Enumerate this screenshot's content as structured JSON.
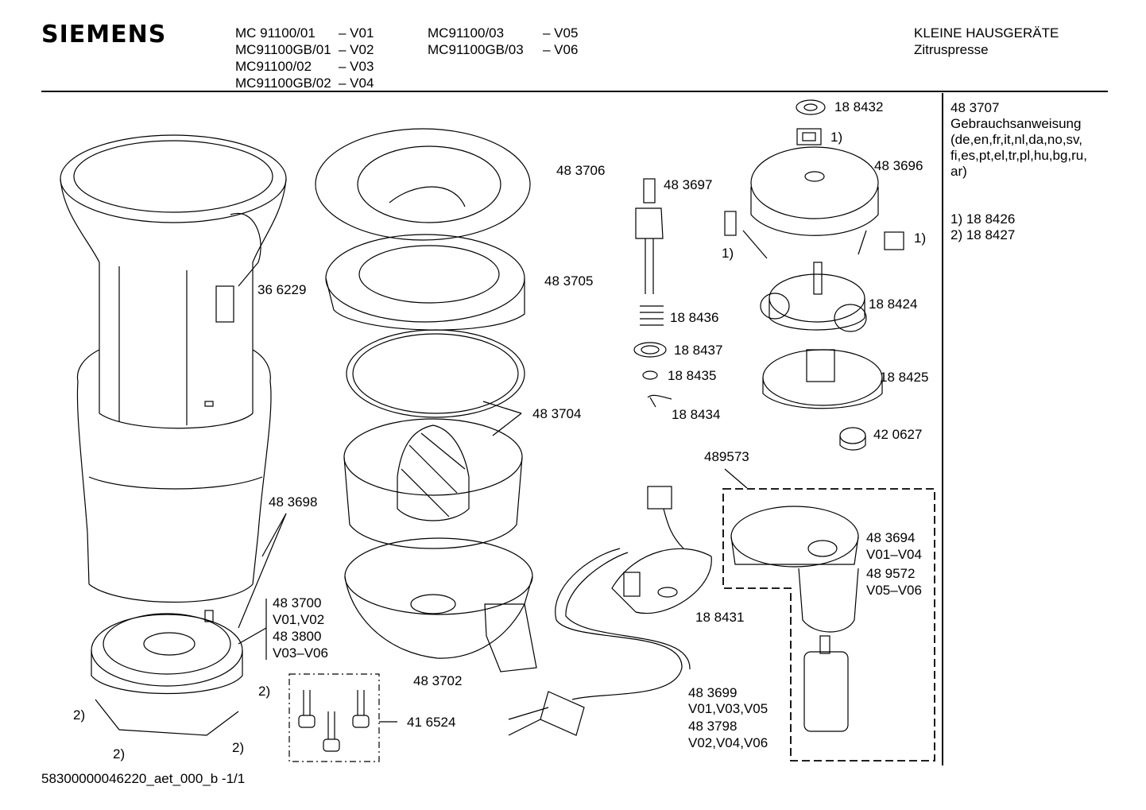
{
  "header": {
    "brand": "SIEMENS",
    "models_col1": [
      {
        "model": "MC 91100/01",
        "variant": "– V01"
      },
      {
        "model": "MC91100GB/01",
        "variant": "– V02"
      },
      {
        "model": "MC91100/02",
        "variant": "– V03"
      },
      {
        "model": "MC91100GB/02",
        "variant": "– V04"
      }
    ],
    "models_col2": [
      {
        "model": "MC91100/03",
        "variant": "– V05"
      },
      {
        "model": "MC91100GB/03",
        "variant": "– V06"
      }
    ],
    "category": "KLEINE HAUSGERÄTE",
    "product": "Zitruspresse"
  },
  "side_notes": {
    "manual_number": "48 3707",
    "manual_lines": [
      "Gebrauchsanweisung",
      "(de,en,fr,it,nl,da,no,sv,",
      "fi,es,pt,el,tr,pl,hu,bg,ru,",
      "ar)"
    ],
    "footnotes": [
      "1)  18 8426",
      "2)  18 8427"
    ]
  },
  "parts": {
    "p188432": "18 8432",
    "fn1_top": "1)",
    "p483696": "48 3696",
    "fn1_left": "1)",
    "fn1_right": "1)",
    "p483706": "48 3706",
    "p483697": "48 3697",
    "p366229": "36 6229",
    "p483705": "48 3705",
    "p188424": "18 8424",
    "p188436": "18 8436",
    "p188437": "18 8437",
    "p188435": "18 8435",
    "p188425": "18 8425",
    "p188434": "18 8434",
    "p483704": "48 3704",
    "p420627": "42 0627",
    "p489573": "489573",
    "p483698": "48 3698",
    "p483694": "48 3694",
    "v01v04": "V01–V04",
    "p489572": "48 9572",
    "v05v06": "V05–V06",
    "p483700": "48 3700",
    "v01v02": "V01,V02",
    "p483800": "48 3800",
    "v03v06": "V03–V06",
    "p188431": "18 8431",
    "fn2_a": "2)",
    "fn2_b": "2)",
    "fn2_c": "2)",
    "fn2_d": "2)",
    "p483702": "48 3702",
    "p483699": "48 3699",
    "v01v03v05": "V01,V03,V05",
    "p416524": "41 6524",
    "p483798": "48 3798",
    "v02v04v06": "V02,V04,V06"
  },
  "footer": "58300000046220_aet_000_b  -1/1"
}
